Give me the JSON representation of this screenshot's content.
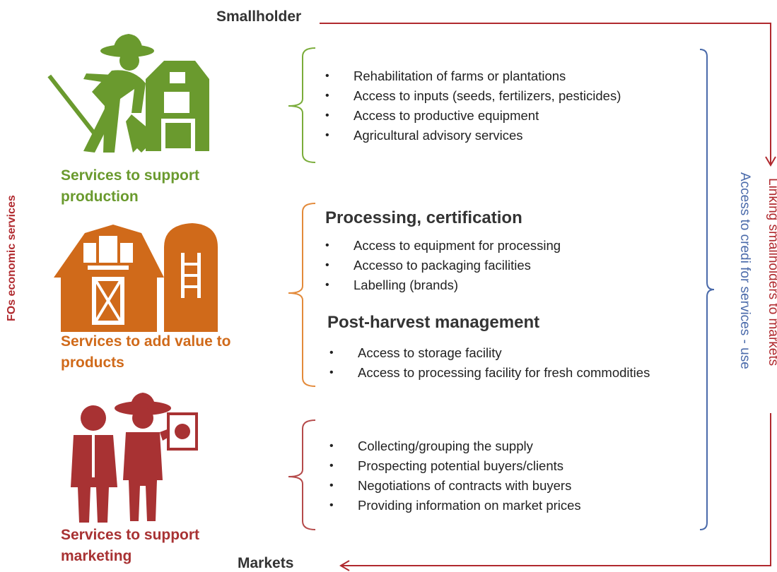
{
  "top_label": "Smallholder",
  "bottom_label": "Markets",
  "left_vertical": "FOs economic services",
  "right_vertical_linking": "Linking smallholders to markets",
  "right_vertical_credit": "Access to credi for services  - use",
  "categories": {
    "production": "Services to support production",
    "value": "Services to add value to products",
    "marketing": "Services to support marketing"
  },
  "production_items": [
    "Rehabilitation of farms or plantations",
    "Access to inputs (seeds, fertilizers, pesticides)",
    "Access to productive equipment",
    "Agricultural advisory services"
  ],
  "processing": {
    "heading": "Processing, certification",
    "items": [
      "Access to equipment for processing",
      "Accesso to packaging facilities",
      "Labelling (brands)"
    ]
  },
  "postharvest": {
    "heading": "Post-harvest management",
    "items": [
      "Access to storage facility",
      "Access to processing facility for fresh commodities"
    ]
  },
  "marketing_items": [
    "Collecting/grouping the supply",
    "Prospecting potential buyers/clients",
    "Negotiations of contracts  with buyers",
    "Providing information on market prices"
  ],
  "colors": {
    "green": "#6a9a2e",
    "orange": "#d06a1a",
    "red": "#a83233",
    "arrow": "#b0292e",
    "blue": "#4a6aaa"
  },
  "icons": [
    "farmer-pitchfork-barn-icon",
    "barn-silo-icon",
    "traders-handshake-icon"
  ]
}
